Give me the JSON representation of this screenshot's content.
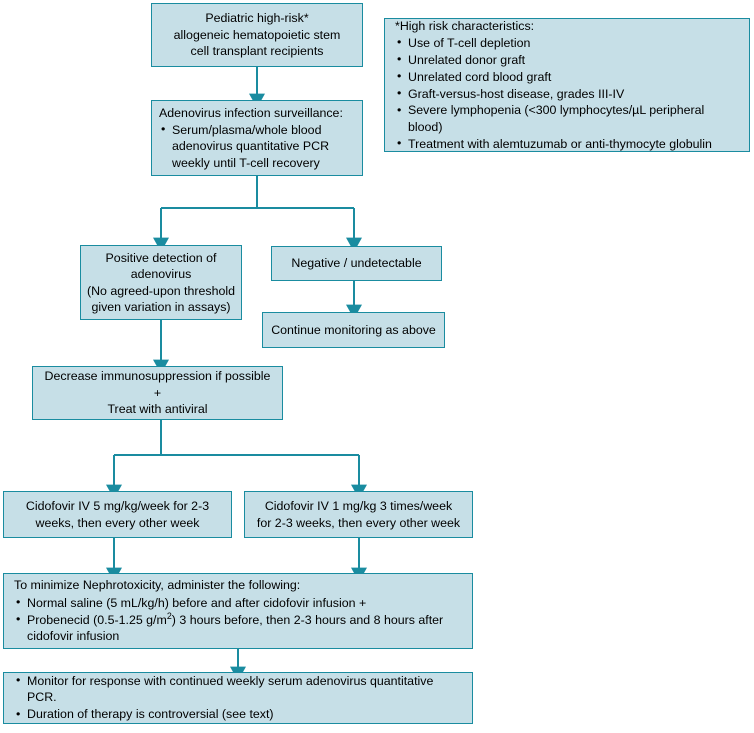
{
  "diagram": {
    "title": "Adenovirus infection management algorithm in pediatric high-risk allogeneic HSCT recipients",
    "accent_color": "#1a8ca0",
    "node_fill_color": "#c6dfe7",
    "text_color": "#000000",
    "background_color": "#ffffff"
  },
  "nodes": {
    "population": {
      "lines": [
        "Pediatric high-risk*",
        "allogeneic hematopoietic stem",
        "cell transplant recipients"
      ]
    },
    "high_risk_legend": {
      "header": "*High risk characteristics:",
      "items": [
        "Use of T-cell depletion",
        "Unrelated donor graft",
        "Unrelated cord blood graft",
        "Graft-versus-host disease, grades III-IV",
        "Severe lymphopenia (<300 lymphocytes/µL peripheral blood)",
        "Treatment with alemtuzumab or anti-thymocyte globulin"
      ]
    },
    "surveillance": {
      "header": "Adenovirus infection surveillance:",
      "items": [
        "Serum/plasma/whole blood adenovirus quantitative PCR weekly until T-cell recovery"
      ],
      "item_lines": [
        [
          "Serum/plasma/whole blood",
          "adenovirus quantitative PCR",
          "weekly until T-cell recovery"
        ]
      ]
    },
    "positive": {
      "lines": [
        "Positive detection of",
        "adenovirus",
        "(No agreed-upon threshold",
        "given variation in assays)"
      ]
    },
    "negative": {
      "lines": [
        "Negative / undetectable"
      ]
    },
    "continue_monitoring": {
      "lines": [
        "Continue monitoring as above"
      ]
    },
    "treatment": {
      "lines": [
        "Decrease immunosuppression if possible",
        "+",
        "Treat with antiviral"
      ]
    },
    "cidofovir_weekly": {
      "lines": [
        "Cidofovir IV 5 mg/kg/week for 2-3",
        "weeks, then every other week"
      ]
    },
    "cidofovir_thrice": {
      "lines": [
        "Cidofovir IV 1 mg/kg 3 times/week",
        "for 2-3 weeks, then every other week"
      ]
    },
    "nephrotoxicity": {
      "header": "To minimize Nephrotoxicity, administer the following:",
      "items": [
        "Normal saline (5 mL/kg/h) before and after cidofovir infusion +",
        "Probenecid (0.5-1.25 g/m2) 3 hours before, then 2-3 hours and 8 hours after cidofovir infusion"
      ],
      "item1": "Normal saline (5 mL/kg/h) before and after cidofovir infusion +",
      "item2_part1": "Probenecid (0.5-1.25 g/m",
      "item2_sup": "2",
      "item2_part2": ") 3 hours before, then 2-3 hours and 8 hours after cidofovir infusion"
    },
    "followup": {
      "items": [
        "Monitor for response with continued weekly serum adenovirus quantitative PCR.",
        "Duration of therapy is controversial (see text)"
      ]
    }
  }
}
